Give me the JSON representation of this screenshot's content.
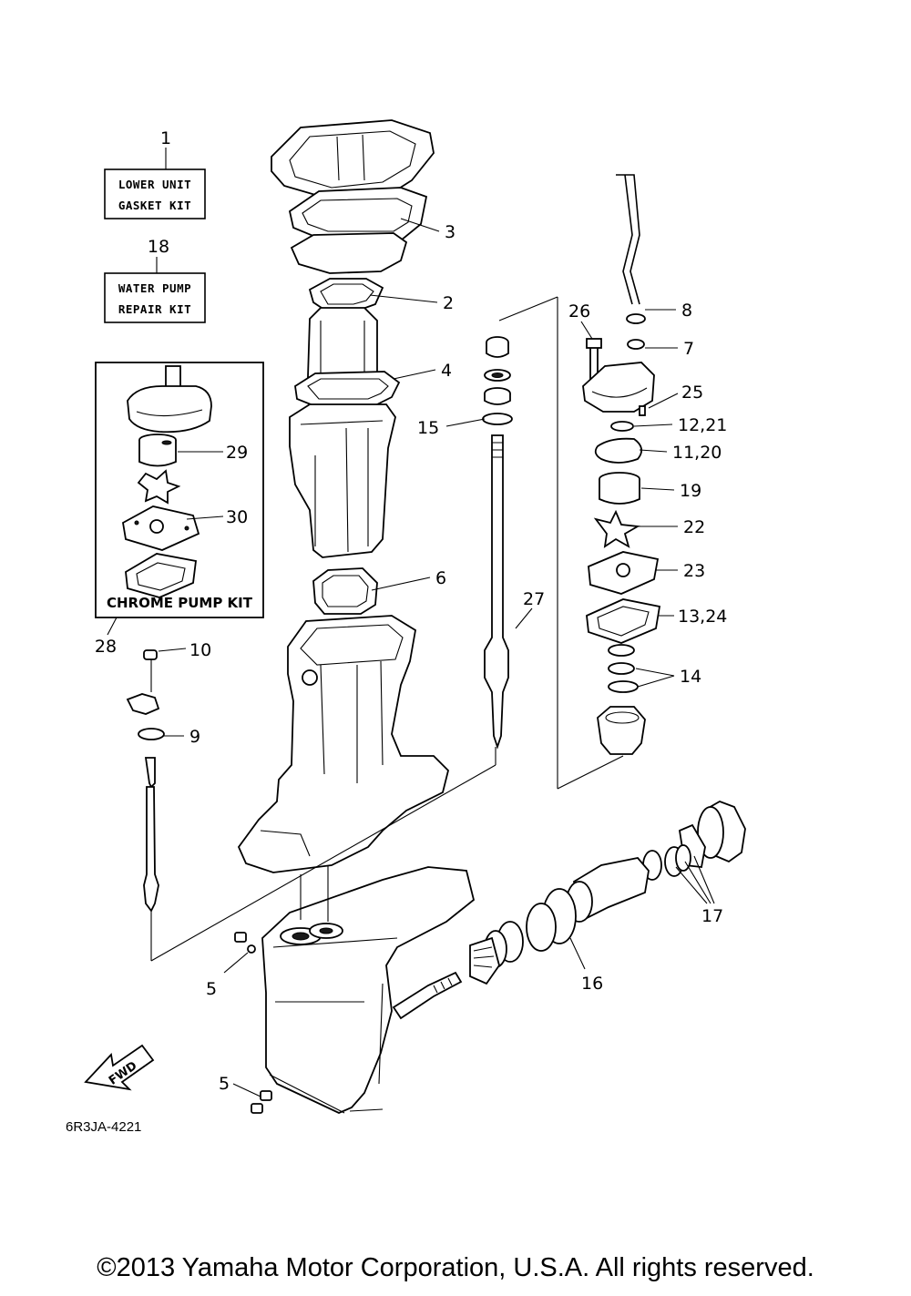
{
  "diagram": {
    "drawing_code": "6R3JA-4221",
    "fwd_label": "FWD",
    "kits": {
      "lower_unit_gasket_kit": {
        "number": "1",
        "line1": "LOWER UNIT",
        "line2": "GASKET KIT"
      },
      "water_pump_repair_kit": {
        "number": "18",
        "line1": "WATER PUMP",
        "line2": "REPAIR KIT"
      },
      "chrome_pump_kit": {
        "number": "28",
        "title": "CHROME PUMP KIT"
      }
    },
    "callouts": {
      "p2": "2",
      "p3": "3",
      "p4": "4",
      "p5a": "5",
      "p5b": "5",
      "p6": "6",
      "p7": "7",
      "p8": "8",
      "p9": "9",
      "p10": "10",
      "p11_20": "11,20",
      "p12_21": "12,21",
      "p13_24": "13,24",
      "p14": "14",
      "p15": "15",
      "p16": "16",
      "p17": "17",
      "p19": "19",
      "p22": "22",
      "p23": "23",
      "p25": "25",
      "p26": "26",
      "p27": "27",
      "p29": "29",
      "p30": "30"
    }
  },
  "footer": {
    "copyright": "©2013 Yamaha Motor Corporation, U.S.A. All rights reserved."
  }
}
